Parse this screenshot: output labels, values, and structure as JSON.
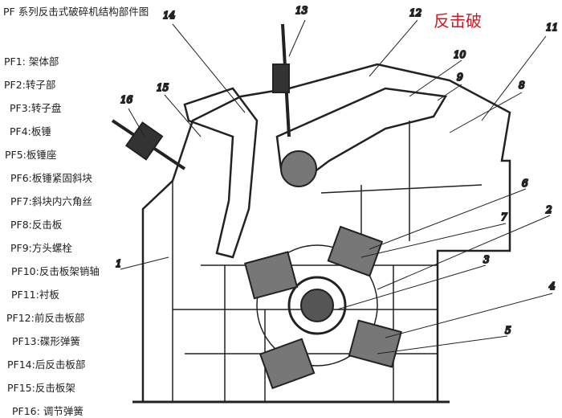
{
  "title": "PF 系列反击式破碎机结构部件图",
  "brand_label": "反击破",
  "brand_color": "#d9141b",
  "legend": [
    {
      "code": "PF1:",
      "name": "架体部"
    },
    {
      "code": "PF2:",
      "name": "转子部"
    },
    {
      "code": "PF3:",
      "name": "转子盘"
    },
    {
      "code": "PF4:",
      "name": "板锤"
    },
    {
      "code": "PF5:",
      "name": "板锤座"
    },
    {
      "code": "PF6:",
      "name": "板锤紧固斜块"
    },
    {
      "code": "PF7:",
      "name": "斜块内六角丝"
    },
    {
      "code": "PF8:",
      "name": "反击板"
    },
    {
      "code": "PF9:",
      "name": "方头螺栓"
    },
    {
      "code": "PF10:",
      "name": "反击板架销轴"
    },
    {
      "code": "PF11:",
      "name": "衬板"
    },
    {
      "code": "PF12:",
      "name": "前反击板部"
    },
    {
      "code": "PF13:",
      "name": "碟形弹簧"
    },
    {
      "code": "PF14:",
      "name": "后反击板部"
    },
    {
      "code": "PF15:",
      "name": "反击板架"
    },
    {
      "code": "PF16:",
      "name": "调节弹簧"
    }
  ],
  "callouts": [
    "1",
    "2",
    "3",
    "4",
    "5",
    "6",
    "7",
    "8",
    "9",
    "10",
    "11",
    "12",
    "13",
    "14",
    "15",
    "16"
  ]
}
